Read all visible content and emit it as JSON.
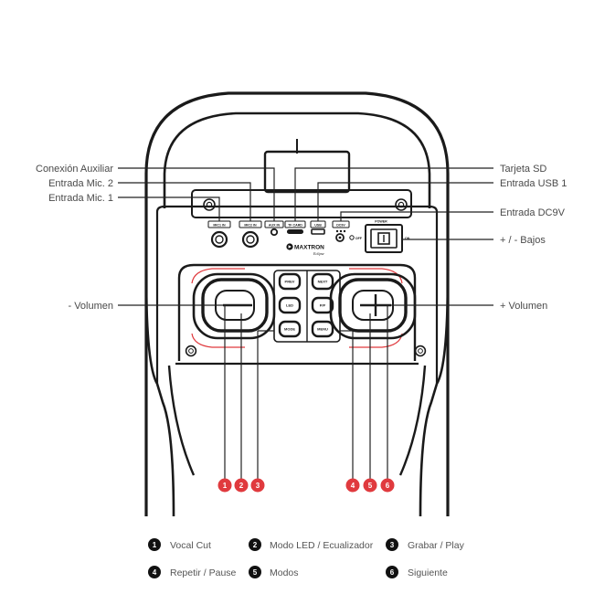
{
  "callouts_left": {
    "aux": "Conexión Auxiliar",
    "mic2": "Entrada Mic. 2",
    "mic1": "Entrada Mic. 1",
    "volume_down": "- Volumen"
  },
  "callouts_right": {
    "sd": "Tarjeta SD",
    "usb": "Entrada USB 1",
    "dc": "Entrada DC9V",
    "bass": "+ / - Bajos",
    "volume_up": "+ Volumen"
  },
  "panel": {
    "mic1": "MIC1 IN",
    "mic2": "MIC2 IN",
    "aux": "AUX IN",
    "tf": "TF CARD",
    "usb": "USB",
    "dc": "DC9V",
    "power": "POWER",
    "on": "ON",
    "off": "OFF",
    "brand": "MAXTRON",
    "brand_sub": "Eclipse"
  },
  "buttons": {
    "prev": "PREV",
    "next": "NEXT",
    "led": "LED",
    "play": "P/P",
    "mode": "MODE",
    "menu": "MENU"
  },
  "markers": [
    "1",
    "2",
    "3",
    "4",
    "5",
    "6"
  ],
  "legend": [
    {
      "num": "1",
      "text": "Vocal Cut"
    },
    {
      "num": "2",
      "text": "Modo LED / Ecualizador"
    },
    {
      "num": "3",
      "text": "Grabar / Play"
    },
    {
      "num": "4",
      "text": "Repetir / Pause"
    },
    {
      "num": "5",
      "text": "Modos"
    },
    {
      "num": "6",
      "text": "Siguiente"
    }
  ],
  "colors": {
    "accent_red": "#e03a3e",
    "line": "#1a1a1a",
    "text": "#4a4a4a"
  }
}
